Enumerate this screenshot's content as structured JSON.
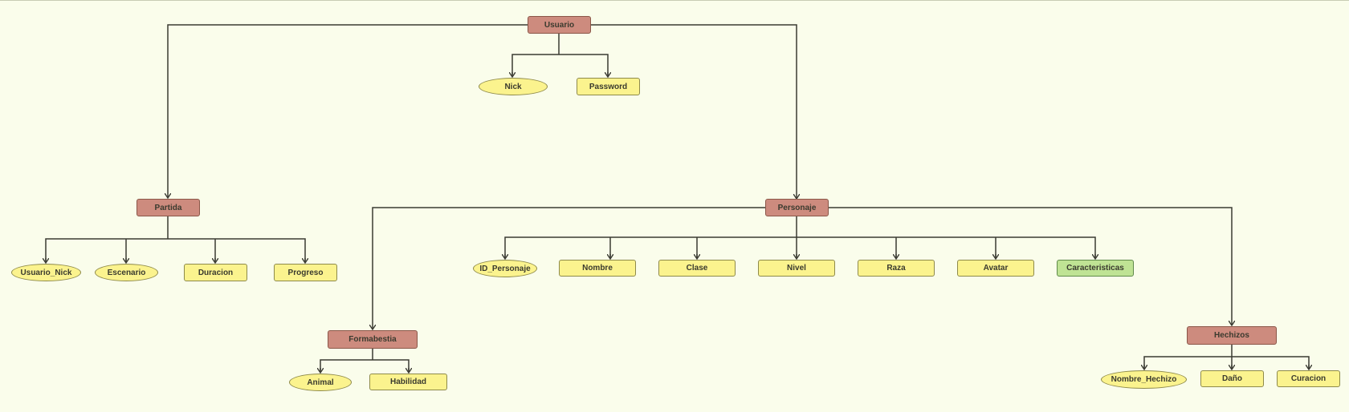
{
  "diagram": {
    "colors": {
      "background": "#fafdeb",
      "entity": "#cd8b7e",
      "attribute": "#fbf38e",
      "composite": "#bfe394",
      "line": "#3b3b33"
    },
    "nodes": {
      "usuario": "Usuario",
      "nick": "Nick",
      "password": "Password",
      "partida": "Partida",
      "usuario_nick": "Usuario_Nick",
      "escenario": "Escenario",
      "duracion": "Duracion",
      "progreso": "Progreso",
      "personaje": "Personaje",
      "id_personaje": "ID_Personaje",
      "nombre": "Nombre",
      "clase": "Clase",
      "nivel": "Nivel",
      "raza": "Raza",
      "avatar": "Avatar",
      "caracteristicas": "Caracteristicas",
      "formabestia": "Formabestia",
      "animal": "Animal",
      "habilidad": "Habilidad",
      "hechizos": "Hechizos",
      "nombre_hechizo": "Nombre_Hechizo",
      "dano": "Daño",
      "curacion": "Curacion"
    }
  }
}
